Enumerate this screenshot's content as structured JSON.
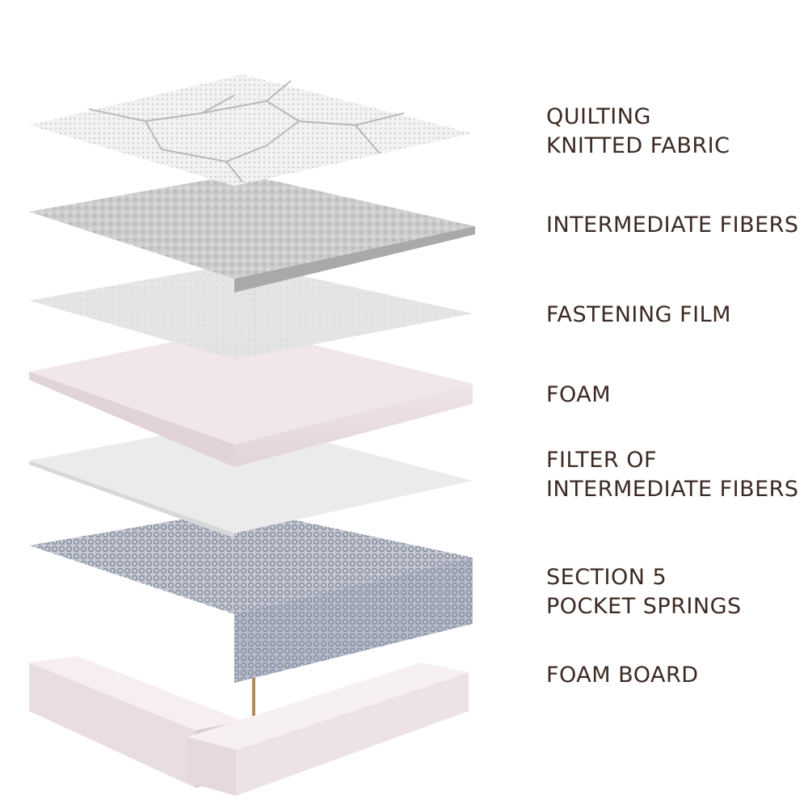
{
  "diagram": {
    "layers": [
      {
        "id": "quilting",
        "lines": [
          "QUILTING",
          "KNITTED FABRIC"
        ]
      },
      {
        "id": "intermediate-fibers",
        "lines": [
          "INTERMEDIATE FIBERS"
        ]
      },
      {
        "id": "fastening-film",
        "lines": [
          "FASTENING FILM"
        ]
      },
      {
        "id": "foam",
        "lines": [
          "FOAM"
        ]
      },
      {
        "id": "filter",
        "lines": [
          "FILTER OF",
          "INTERMEDIATE FIBERS"
        ]
      },
      {
        "id": "pocket-springs",
        "lines": [
          "SECTION 5",
          "POCKET SPRINGS"
        ]
      },
      {
        "id": "foam-board",
        "lines": [
          "FOAM BOARD"
        ]
      }
    ],
    "colors": {
      "label_text": "#3b2a22",
      "spine": "#b58a5a",
      "quilt": "#eeeeee",
      "fibers": "#c9c9c9",
      "film": "#e6e6e6",
      "foam": "#f1e4ea",
      "filter": "#eaeaea",
      "springs": "#a9b0bf",
      "board": "#efe2e7"
    }
  }
}
